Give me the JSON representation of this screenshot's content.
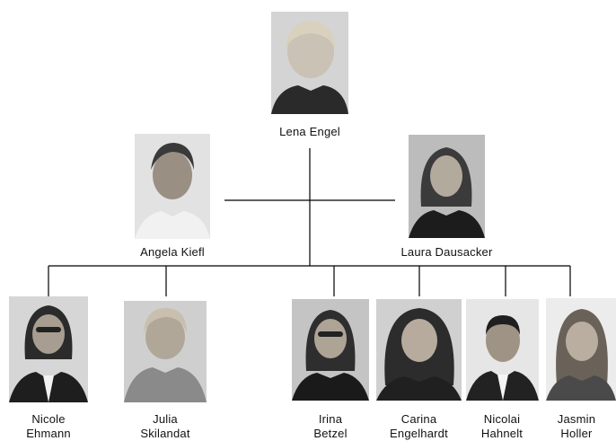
{
  "people": {
    "lena": {
      "name": "Lena Engel"
    },
    "angela": {
      "name": "Angela Kiefl"
    },
    "laura": {
      "name": "Laura Dausacker"
    },
    "nicole": {
      "name": "Nicole\nEhmann"
    },
    "julia": {
      "name": "Julia\nSkilandat"
    },
    "irina": {
      "name": "Irina\nBetzel"
    },
    "carina": {
      "name": "Carina\nEngelhardt"
    },
    "nicolai": {
      "name": "Nicolai\nHahnelt"
    },
    "jasmin": {
      "name": "Jasmin\nHoller"
    }
  },
  "colors": {
    "line": "#000000",
    "background": "#ffffff"
  }
}
